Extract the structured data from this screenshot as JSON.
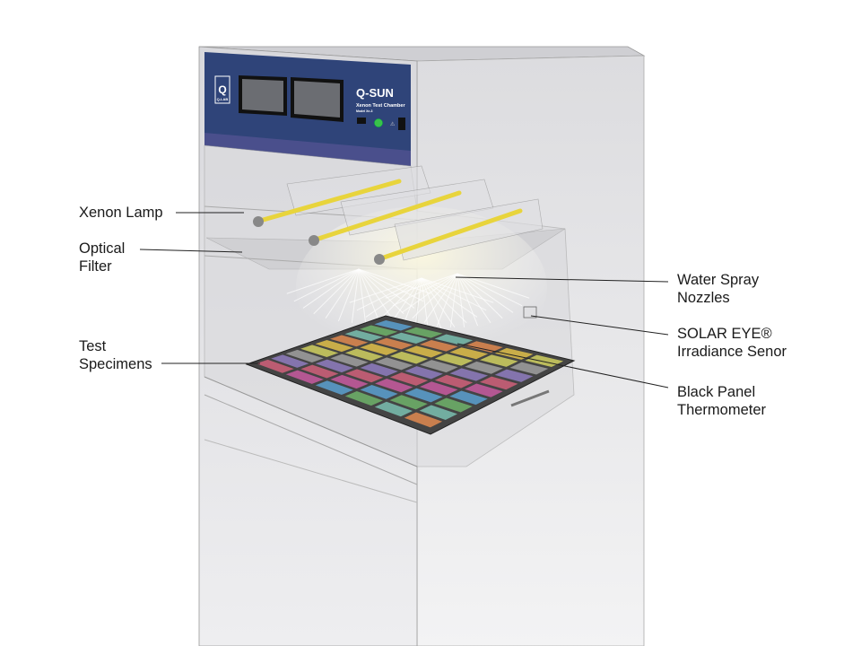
{
  "panel": {
    "logo_text": "Q-LAB",
    "brand": "Q-SUN",
    "subtitle": "Xenon Test Chamber",
    "model": "Model Xe-3"
  },
  "labels": {
    "xenon_lamp": [
      "Xenon Lamp"
    ],
    "optical_filter": [
      "Optical",
      "Filter"
    ],
    "test_specimens": [
      "Test",
      "Specimens"
    ],
    "water_spray": [
      "Water Spray",
      "Nozzles"
    ],
    "solar_eye": [
      "SOLAR EYE®",
      "Irradiance Senor"
    ],
    "black_panel": [
      "Black Panel",
      "Thermometer"
    ]
  },
  "colors": {
    "panel_blue": "#2f4479",
    "lamp_yellow": "#e8d43c",
    "cabinet": "#e6e6e8",
    "indicator_green": "#39c24a"
  }
}
